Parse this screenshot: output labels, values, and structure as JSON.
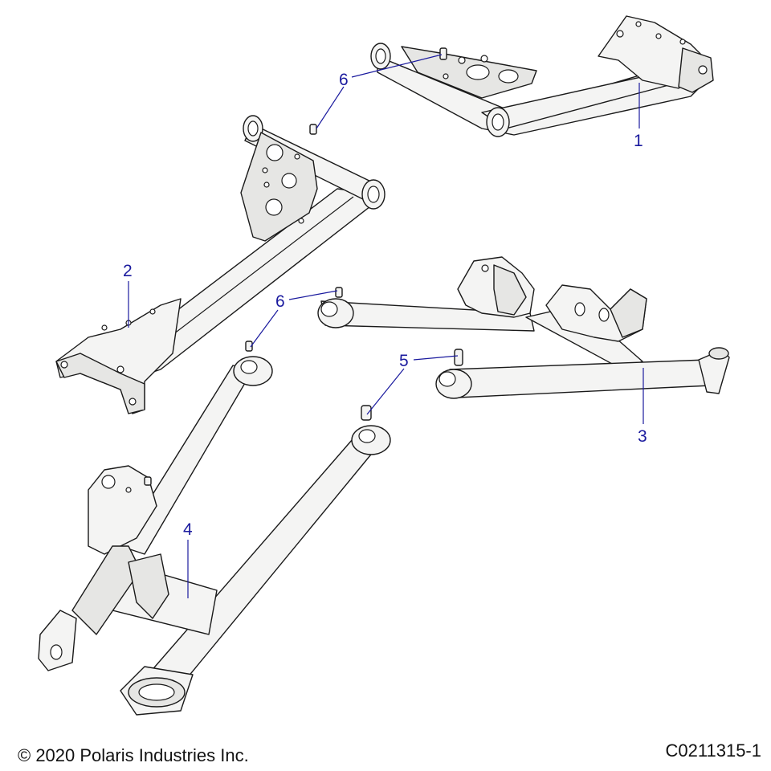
{
  "diagram": {
    "callouts": [
      {
        "id": "1",
        "label": "1"
      },
      {
        "id": "2",
        "label": "2"
      },
      {
        "id": "3",
        "label": "3"
      },
      {
        "id": "4",
        "label": "4"
      },
      {
        "id": "5",
        "label": "5"
      },
      {
        "id": "6a",
        "label": "6"
      },
      {
        "id": "6b",
        "label": "6"
      }
    ]
  },
  "footer": {
    "copyright": "© 2020 Polaris Industries Inc.",
    "drawing_number": "C0211315-1"
  },
  "colors": {
    "callout_text": "#1a1a9e",
    "part_fill": "#f4f4f3",
    "outline": "#1a1a1a"
  }
}
